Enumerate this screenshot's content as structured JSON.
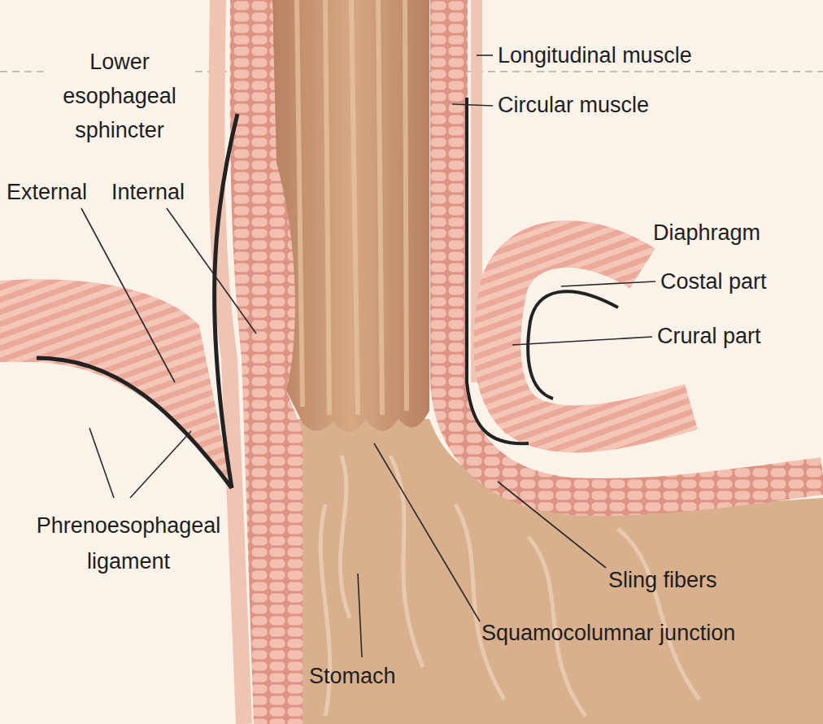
{
  "diagram": {
    "labels": [
      "Lower esophageal sphincter",
      "External",
      "Internal",
      "Longitudinal muscle",
      "Circular muscle",
      "Diaphragm",
      "Costal part",
      "Crural part",
      "Phrenoesophageal ligament",
      "Sling fibers",
      "Squamocolumnar junction",
      "Stomach"
    ]
  }
}
